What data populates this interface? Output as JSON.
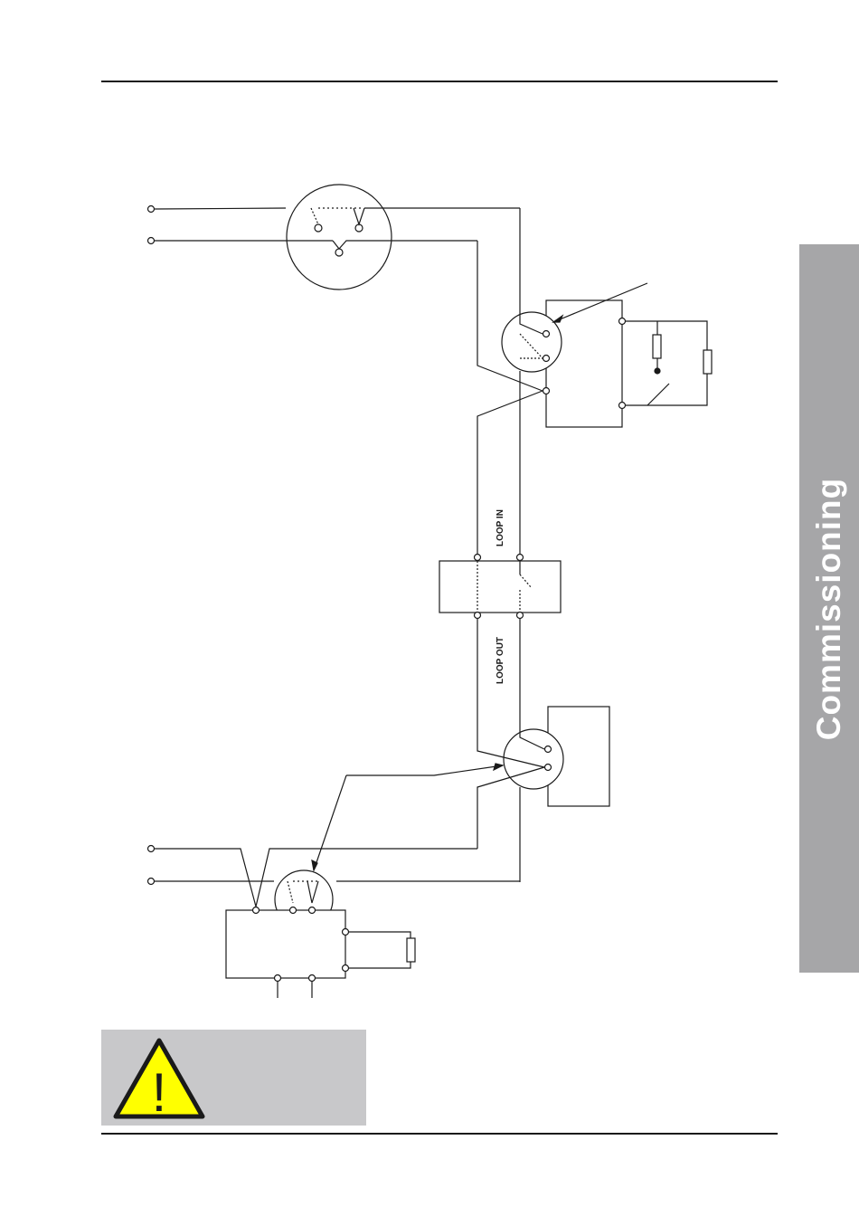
{
  "side_tab": {
    "label": "Commissioning"
  },
  "diagram": {
    "loop_in_label": "LOOP IN",
    "loop_out_label": "LOOP OUT"
  },
  "warning": {
    "symbol": "!",
    "icon": "warning-triangle-icon",
    "icon_color": "#ffff00"
  },
  "colors": {
    "tab": "#a6a6a8",
    "warning_panel": "#c8c8ca",
    "line": "#1a1a1a"
  }
}
